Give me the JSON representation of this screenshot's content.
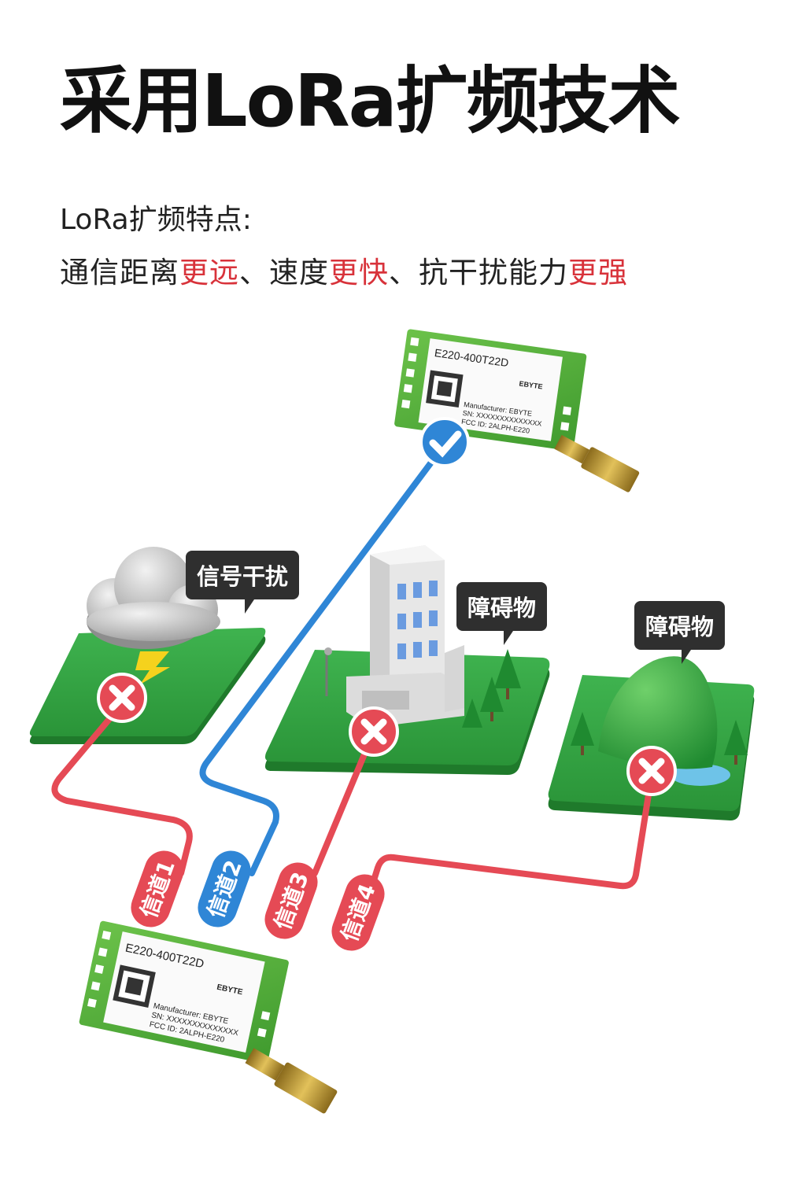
{
  "header": {
    "title": "采用LoRa扩频技术",
    "subtitle": "LoRa扩频特点:",
    "features": [
      {
        "text": "通信距离",
        "highlight": false
      },
      {
        "text": "更远",
        "highlight": true
      },
      {
        "text": "、速度",
        "highlight": false
      },
      {
        "text": "更快",
        "highlight": true
      },
      {
        "text": "、抗干扰能力",
        "highlight": false
      },
      {
        "text": "更强",
        "highlight": true
      }
    ]
  },
  "colors": {
    "highlight": "#d8323a",
    "fail": "#e54a55",
    "success": "#2f86d6",
    "grass": "#2e9e3c"
  },
  "scene": {
    "callouts": [
      {
        "label": "信号干扰"
      },
      {
        "label": "障碍物"
      },
      {
        "label": "障碍物"
      }
    ],
    "channels": [
      {
        "label": "信道1",
        "status": "fail"
      },
      {
        "label": "信道2",
        "status": "success"
      },
      {
        "label": "信道3",
        "status": "fail"
      },
      {
        "label": "信道4",
        "status": "fail"
      }
    ],
    "status_icons": [
      "check-icon",
      "x-icon",
      "x-icon",
      "x-icon"
    ]
  },
  "modules": {
    "top": {
      "model": "E220-400T22D",
      "brand": "EBYTE",
      "manufacturer": "Manufacturer: EBYTE",
      "sn": "SN: XXXXXXXXXXXXXX",
      "fcc": "FCC ID: 2ALPH-E220"
    },
    "bottom": {
      "model": "E220-400T22D",
      "brand": "EBYTE",
      "manufacturer": "Manufacturer: EBYTE",
      "sn": "SN: XXXXXXXXXXXXXX",
      "fcc": "FCC ID: 2ALPH-E220"
    }
  }
}
